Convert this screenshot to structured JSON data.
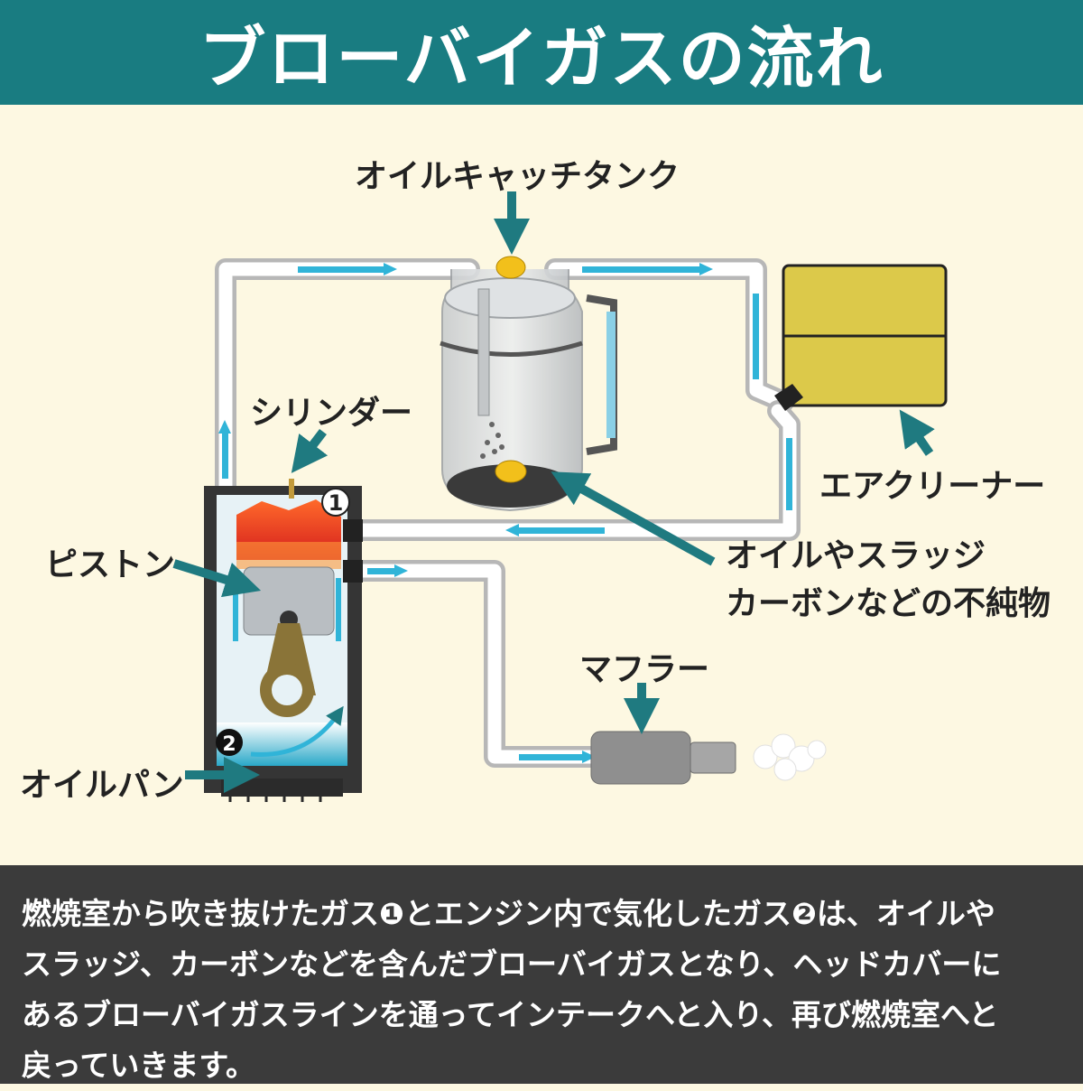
{
  "title": "ブローバイガスの流れ",
  "labels": {
    "oil_catch_tank": "オイルキャッチタンク",
    "cylinder": "シリンダー",
    "piston": "ピストン",
    "oil_pan": "オイルパン",
    "air_cleaner": "エアクリーナー",
    "impurities_line1": "オイルやスラッジ",
    "impurities_line2": "カーボンなどの不純物",
    "muffler": "マフラー",
    "marker_1": "1",
    "marker_2": "2"
  },
  "description": {
    "line1": "燃焼室から吹き抜けたガス❶とエンジン内で気化したガス❷は、オイルや",
    "line2": "スラッジ、カーボンなどを含んだブローバイガスとなり、ヘッドカバーに",
    "line3": "あるブローバイガスラインを通ってインテークへと入り、再び燃焼室へと",
    "line4": "戻っていきます。"
  },
  "colors": {
    "header_bg": "#197c81",
    "arrow": "#1f7a80",
    "flow": "#30b4d8",
    "footer_bg": "#3b3b3b"
  }
}
